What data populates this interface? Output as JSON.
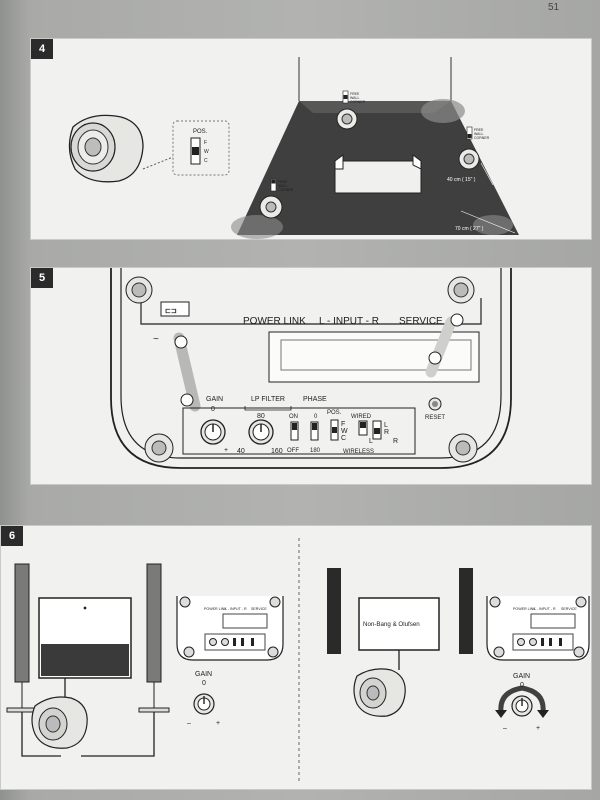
{
  "page_number": "51",
  "step4": {
    "number": "4",
    "pos_label": "POS.",
    "switch_letters": [
      "F",
      "W",
      "C"
    ],
    "switch_small": [
      "FREE",
      "WALL",
      "CORNER"
    ],
    "dim_near": "40 cm ( 15\" )",
    "dim_far": "70 cm ( 27\" )"
  },
  "step5": {
    "number": "5",
    "power_link": "POWER LINK",
    "input": "L - INPUT - R",
    "service": "SERVICE",
    "gain": "GAIN",
    "gain_value": "0",
    "gain_plus": "+",
    "lp_filter": "LP FILTER",
    "lp_value": "80",
    "lp_min": "40",
    "lp_max": "160",
    "phase": "PHASE",
    "on": "ON",
    "off": "OFF",
    "phase_0": "0",
    "phase_180": "180",
    "pos": "POS.",
    "pos_letters": [
      "F",
      "W",
      "C"
    ],
    "wired": "WIRED",
    "wireless": "WIRELESS",
    "lr_letters": [
      "L",
      "R",
      "L",
      "R"
    ],
    "reset": "RESET"
  },
  "step6": {
    "number": "6",
    "mini_labels": [
      "POWER LINK",
      "L - INPUT - R",
      "SERVICE"
    ],
    "gain": "GAIN",
    "gain_value": "0",
    "minus": "–",
    "plus": "+",
    "tv_right": "Non-Bang & Olufsen"
  }
}
